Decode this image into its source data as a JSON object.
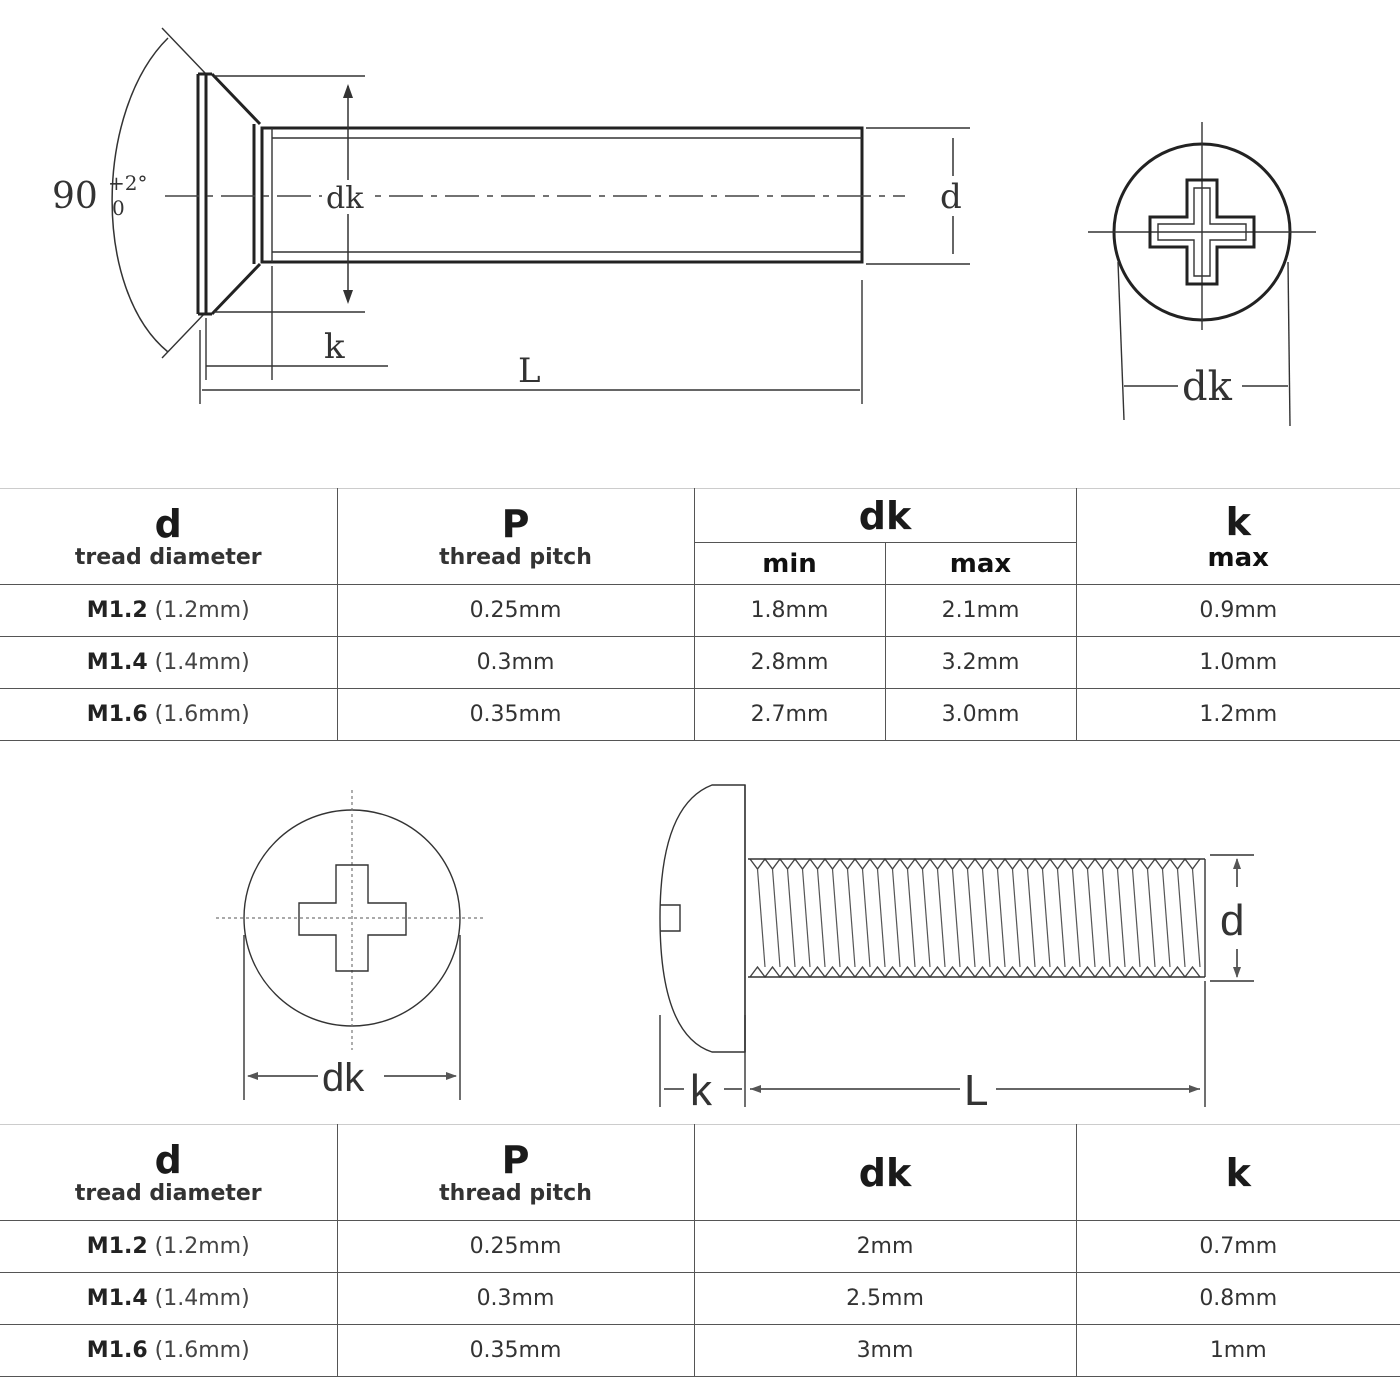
{
  "top_diagram": {
    "angle_label": "90",
    "angle_tol_upper": "+2°",
    "angle_tol_lower": "0",
    "dk_label": "dk",
    "d_label": "d",
    "k_label": "k",
    "L_label": "L",
    "dk_top_label": "dk"
  },
  "table1": {
    "headers": {
      "d": {
        "symbol": "d",
        "desc": "tread diameter"
      },
      "p": {
        "symbol": "P",
        "desc": "thread pitch"
      },
      "dk": {
        "symbol": "dk",
        "min": "min",
        "max": "max"
      },
      "k": {
        "symbol": "k",
        "max": "max"
      }
    },
    "rows": [
      {
        "size": "M1.2",
        "mm": "(1.2mm)",
        "pitch": "0.25mm",
        "dk_min": "1.8mm",
        "dk_max": "2.1mm",
        "k_max": "0.9mm"
      },
      {
        "size": "M1.4",
        "mm": "(1.4mm)",
        "pitch": "0.3mm",
        "dk_min": "2.8mm",
        "dk_max": "3.2mm",
        "k_max": "1.0mm"
      },
      {
        "size": "M1.6",
        "mm": "(1.6mm)",
        "pitch": "0.35mm",
        "dk_min": "2.7mm",
        "dk_max": "3.0mm",
        "k_max": "1.2mm"
      }
    ]
  },
  "bottom_diagram": {
    "dk_label": "dk",
    "k_label": "k",
    "L_label": "L",
    "d_label": "d"
  },
  "table2": {
    "headers": {
      "d": {
        "symbol": "d",
        "desc": "tread diameter"
      },
      "p": {
        "symbol": "P",
        "desc": "thread pitch"
      },
      "dk": {
        "symbol": "dk"
      },
      "k": {
        "symbol": "k"
      }
    },
    "rows": [
      {
        "size": "M1.2",
        "mm": "(1.2mm)",
        "pitch": "0.25mm",
        "dk": "2mm",
        "k": "0.7mm"
      },
      {
        "size": "M1.4",
        "mm": "(1.4mm)",
        "pitch": "0.3mm",
        "dk": "2.5mm",
        "k": "0.8mm"
      },
      {
        "size": "M1.6",
        "mm": "(1.6mm)",
        "pitch": "0.35mm",
        "dk": "3mm",
        "k": "1mm"
      }
    ]
  }
}
